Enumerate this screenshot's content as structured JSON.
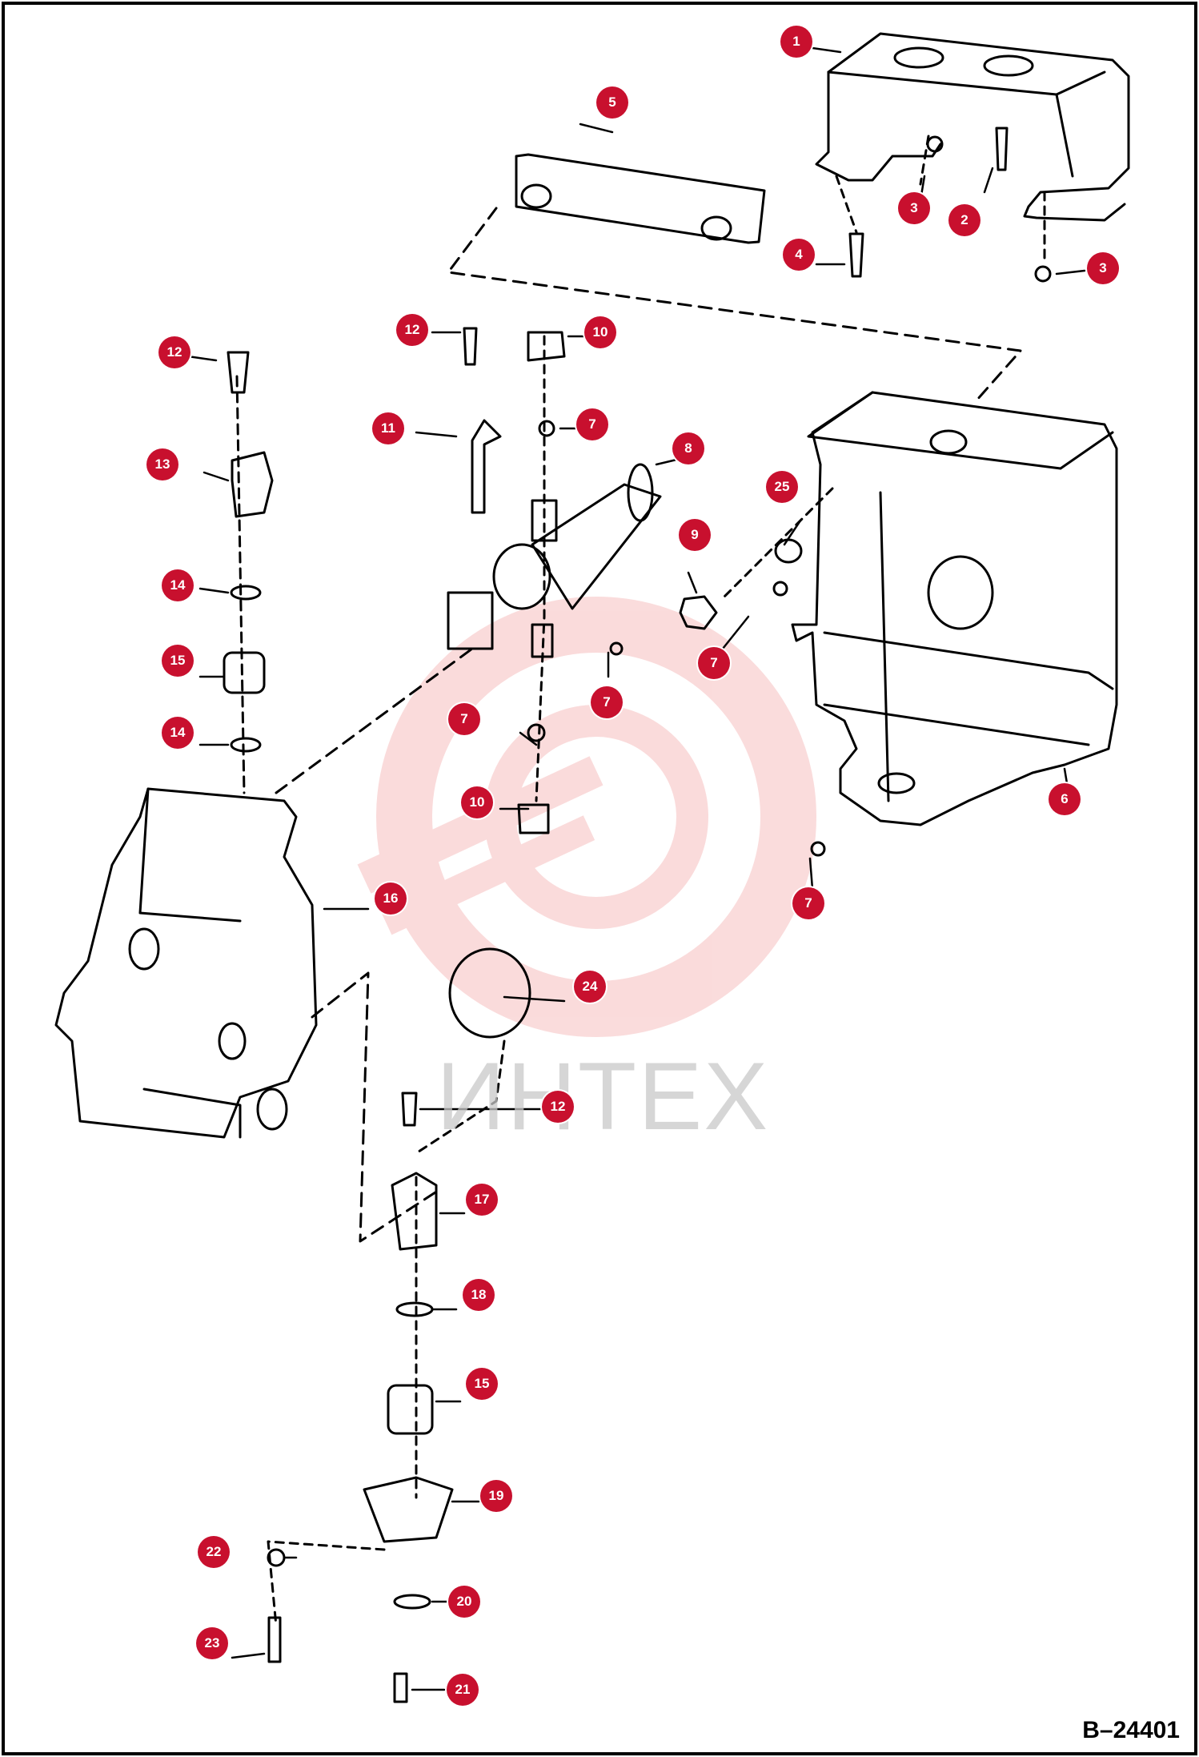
{
  "figure_id": "B–24401",
  "watermark": {
    "text": "ИНТЕХ",
    "accent": "#f3b5b5"
  },
  "callout_color": "#c8102e",
  "callouts": [
    {
      "id": "c1",
      "label": "1"
    },
    {
      "id": "c2",
      "label": "2"
    },
    {
      "id": "c3a",
      "label": "3"
    },
    {
      "id": "c3b",
      "label": "3"
    },
    {
      "id": "c4",
      "label": "4"
    },
    {
      "id": "c5",
      "label": "5"
    },
    {
      "id": "c6",
      "label": "6"
    },
    {
      "id": "c7a",
      "label": "7"
    },
    {
      "id": "c7b",
      "label": "7"
    },
    {
      "id": "c7c",
      "label": "7"
    },
    {
      "id": "c7d",
      "label": "7"
    },
    {
      "id": "c7e",
      "label": "7"
    },
    {
      "id": "c8",
      "label": "8"
    },
    {
      "id": "c9",
      "label": "9"
    },
    {
      "id": "c10a",
      "label": "10"
    },
    {
      "id": "c10b",
      "label": "10"
    },
    {
      "id": "c11",
      "label": "11"
    },
    {
      "id": "c12a",
      "label": "12"
    },
    {
      "id": "c12b",
      "label": "12"
    },
    {
      "id": "c12c",
      "label": "12"
    },
    {
      "id": "c13",
      "label": "13"
    },
    {
      "id": "c14a",
      "label": "14"
    },
    {
      "id": "c14b",
      "label": "14"
    },
    {
      "id": "c15a",
      "label": "15"
    },
    {
      "id": "c15b",
      "label": "15"
    },
    {
      "id": "c16",
      "label": "16"
    },
    {
      "id": "c17",
      "label": "17"
    },
    {
      "id": "c18",
      "label": "18"
    },
    {
      "id": "c19",
      "label": "19"
    },
    {
      "id": "c20",
      "label": "20"
    },
    {
      "id": "c21",
      "label": "21"
    },
    {
      "id": "c22",
      "label": "22"
    },
    {
      "id": "c23",
      "label": "23"
    },
    {
      "id": "c24",
      "label": "24"
    },
    {
      "id": "c25",
      "label": "25"
    }
  ]
}
